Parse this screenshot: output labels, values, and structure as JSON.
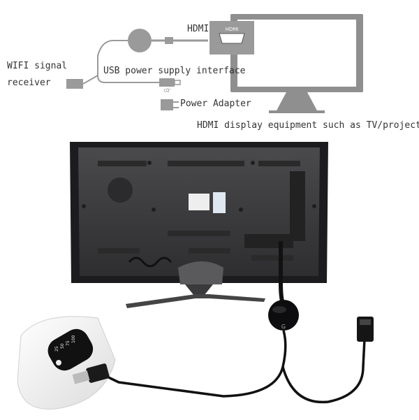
{
  "diagram": {
    "hdmi_label": "HDMI",
    "hdmi_port_text": "HDMI",
    "wifi_label_line1": "WIFI signal",
    "wifi_label_line2": "receiver",
    "usb_label": "USB power supply interface",
    "or_label": "or",
    "power_label": "Power Adapter",
    "display_label": "HDMI display equipment such as TV/projector"
  },
  "photo": {
    "dongle_logo": "G",
    "powerbank_indicators": [
      "100",
      "75",
      "50",
      "25"
    ]
  },
  "colors": {
    "diagram_gray": "#9a9a9a",
    "tv_body": "#3a3a3c",
    "cable": "#111111",
    "background": "#ffffff"
  }
}
